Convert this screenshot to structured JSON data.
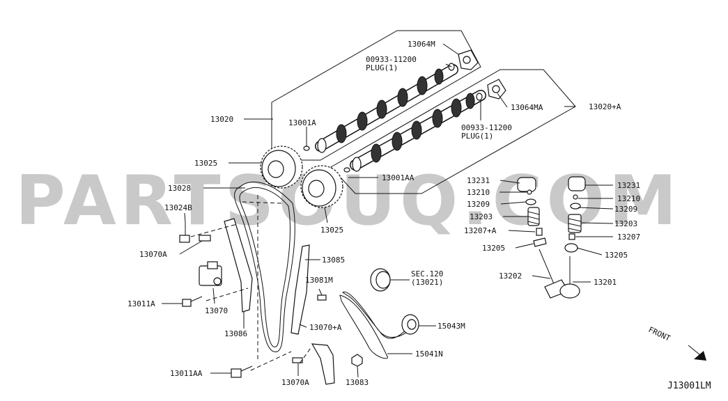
{
  "watermark": "PARTSOUQ.COM",
  "diagram_id": "J13001LM",
  "front_label": "FRONT",
  "labels": {
    "p13064M": "13064M",
    "p00933a": "00933-11200",
    "plug_a": "PLUG(1)",
    "p13020": "13020",
    "p13001A": "13001A",
    "p13064MA": "13064MA",
    "p13020A": "13020+A",
    "p00933b": "00933-11200",
    "plug_b": "PLUG(1)",
    "p13025a": "13025",
    "p13028": "13028",
    "p13001AA": "13001AA",
    "p13024B": "13024B",
    "p13025b": "13025",
    "p13231a": "13231",
    "p13210a": "13210",
    "p13209a": "13209",
    "p13203a": "13203",
    "p13207A": "13207+A",
    "p13205a": "13205",
    "p13231b": "13231",
    "p13210b": "13210",
    "p13209b": "13209",
    "p13203b": "13203",
    "p13207": "13207",
    "p13205b": "13205",
    "p13202": "13202",
    "p13201": "13201",
    "p13070A": "13070A",
    "p13085": "13085",
    "sec120": "SEC.120",
    "sec13021": "(13021)",
    "p13081M": "13081M",
    "p13011A": "13011A",
    "p13070": "13070",
    "p13086": "13086",
    "p13070Aplus": "13070+A",
    "p15043M": "15043M",
    "p15041N": "15041N",
    "p13011AA": "13011AA",
    "p13070A2": "13070A",
    "p13083": "13083"
  }
}
